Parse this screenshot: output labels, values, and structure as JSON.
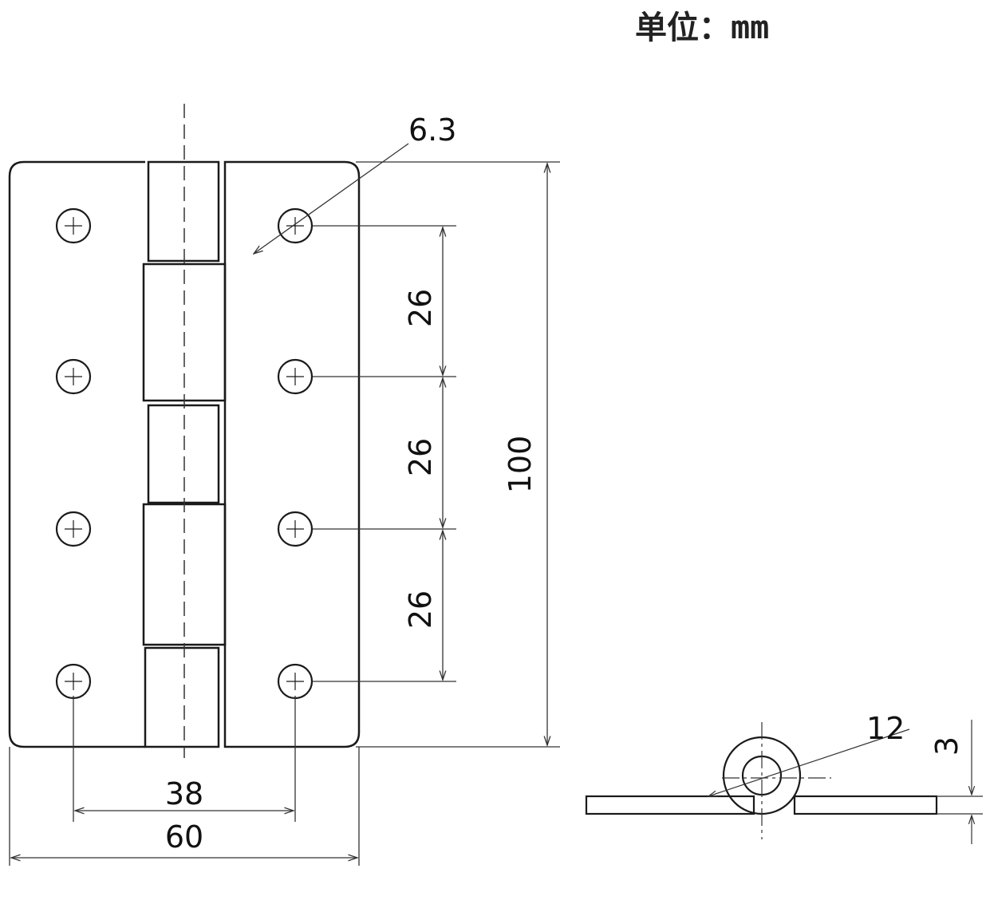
{
  "unit_label": "单位：mm",
  "dimensions": {
    "hole_diameter": "6.3",
    "hole_spacing_1": "26",
    "hole_spacing_2": "26",
    "hole_spacing_3": "26",
    "overall_height": "100",
    "hole_center_width": "38",
    "overall_width": "60",
    "knuckle_diameter": "12",
    "leaf_thickness": "3"
  },
  "colors": {
    "line": "#1a1a1a",
    "thin_line": "#333333"
  }
}
